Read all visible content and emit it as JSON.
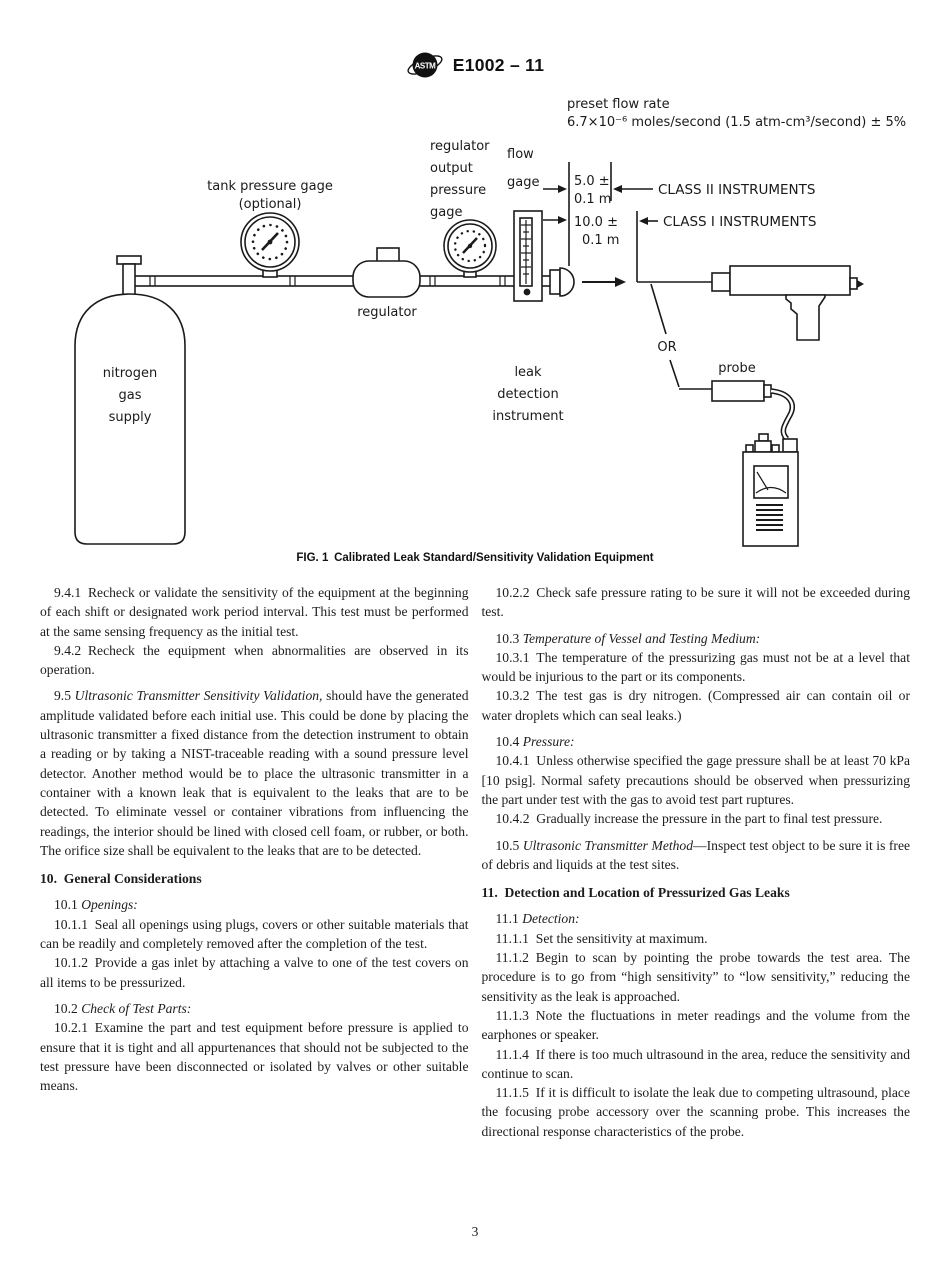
{
  "header": {
    "logo_text": "ASTM",
    "doc_number": "E1002 – 11"
  },
  "figure": {
    "preset": {
      "line1": "preset flow rate",
      "line2": "6.7×10⁻⁶ moles/second (1.5 atm-cm³/second) ± 5%"
    },
    "tank_gage_label": [
      "tank pressure gage",
      "(optional)"
    ],
    "regulator_output_label": [
      "regulator",
      "output",
      "pressure",
      "gage"
    ],
    "flow_gage_label": [
      "flow",
      "gage"
    ],
    "regulator_label": "regulator",
    "cylinder_label": [
      "nitrogen",
      "gas",
      "supply"
    ],
    "leak_instrument_label": [
      "leak",
      "detection",
      "instrument"
    ],
    "dim_class2": {
      "value1": "5.0 ±",
      "value2": "0.1 m",
      "label": "CLASS II INSTRUMENTS"
    },
    "dim_class1": {
      "value1": "10.0 ±",
      "value2": "0.1 m",
      "label": "CLASS I INSTRUMENTS"
    },
    "or_label": "OR",
    "probe_label": "probe",
    "caption": "FIG. 1 Calibrated Leak Standard/Sensitivity Validation Equipment"
  },
  "content": {
    "left": [
      {
        "t": "p",
        "sp": false,
        "seg": [
          [
            "n",
            "9.4.1 Recheck or validate the sensitivity of the equipment at the beginning of each shift or designated work period interval. This test must be performed at the same sensing frequency as the initial test."
          ]
        ]
      },
      {
        "t": "p",
        "sp": false,
        "seg": [
          [
            "n",
            "9.4.2 Recheck the equipment when abnormalities are observed in its operation."
          ]
        ]
      },
      {
        "t": "p",
        "sp": true,
        "seg": [
          [
            "n",
            "9.5 "
          ],
          [
            "i",
            "Ultrasonic Transmitter Sensitivity Validation,"
          ],
          [
            "n",
            " should have the generated amplitude validated before each initial use. This could be done by placing the ultrasonic transmitter a fixed distance from the detection instrument to obtain a reading or by taking a NIST-traceable reading with a sound pressure level detector. Another method would be to place the ultrasonic transmitter in a container with a known leak that is equivalent to the leaks that are to be detected. To eliminate vessel or container vibrations from influencing the readings, the interior should be lined with closed cell foam, or rubber, or both. The orifice size shall be equivalent to the leaks that are to be detected."
          ]
        ]
      },
      {
        "t": "h",
        "sp": true,
        "seg": [
          [
            "n",
            "10. General Considerations"
          ]
        ]
      },
      {
        "t": "p",
        "sp": true,
        "seg": [
          [
            "n",
            "10.1 "
          ],
          [
            "i",
            "Openings:"
          ]
        ]
      },
      {
        "t": "p",
        "sp": false,
        "seg": [
          [
            "n",
            "10.1.1 Seal all openings using plugs, covers or other suitable materials that can be readily and completely removed after the completion of the test."
          ]
        ]
      },
      {
        "t": "p",
        "sp": false,
        "seg": [
          [
            "n",
            "10.1.2 Provide a gas inlet by attaching a valve to one of the test covers on all items to be pressurized."
          ]
        ]
      },
      {
        "t": "p",
        "sp": true,
        "seg": [
          [
            "n",
            "10.2 "
          ],
          [
            "i",
            "Check of Test Parts:"
          ]
        ]
      },
      {
        "t": "p",
        "sp": false,
        "seg": [
          [
            "n",
            "10.2.1 Examine the part and test equipment before pressure is applied to ensure that it is tight and all appurtenances that should not be subjected to the test pressure have been disconnected or isolated by valves or other suitable means."
          ]
        ]
      }
    ],
    "right": [
      {
        "t": "p",
        "sp": false,
        "seg": [
          [
            "n",
            "10.2.2 Check safe pressure rating to be sure it will not be exceeded during test."
          ]
        ]
      },
      {
        "t": "p",
        "sp": true,
        "seg": [
          [
            "n",
            "10.3 "
          ],
          [
            "i",
            "Temperature of Vessel and Testing Medium:"
          ]
        ]
      },
      {
        "t": "p",
        "sp": false,
        "seg": [
          [
            "n",
            "10.3.1 The temperature of the pressurizing gas must not be at a level that would be injurious to the part or its components."
          ]
        ]
      },
      {
        "t": "p",
        "sp": false,
        "seg": [
          [
            "n",
            "10.3.2 The test gas is dry nitrogen. (Compressed air can contain oil or water droplets which can seal leaks.)"
          ]
        ]
      },
      {
        "t": "p",
        "sp": true,
        "seg": [
          [
            "n",
            "10.4 "
          ],
          [
            "i",
            "Pressure:"
          ]
        ]
      },
      {
        "t": "p",
        "sp": false,
        "seg": [
          [
            "n",
            "10.4.1 Unless otherwise specified the gage pressure shall be at least 70 kPa [10 psig]. Normal safety precautions should be observed when pressurizing the part under test with the gas to avoid test part ruptures."
          ]
        ]
      },
      {
        "t": "p",
        "sp": false,
        "seg": [
          [
            "n",
            "10.4.2 Gradually increase the pressure in the part to final test pressure."
          ]
        ]
      },
      {
        "t": "p",
        "sp": true,
        "seg": [
          [
            "n",
            "10.5 "
          ],
          [
            "i",
            "Ultrasonic Transmitter Method"
          ],
          [
            "n",
            "—Inspect test object to be sure it is free of debris and liquids at the test sites."
          ]
        ]
      },
      {
        "t": "h",
        "sp": true,
        "seg": [
          [
            "n",
            "11. Detection and Location of Pressurized Gas Leaks"
          ]
        ]
      },
      {
        "t": "p",
        "sp": true,
        "seg": [
          [
            "n",
            "11.1 "
          ],
          [
            "i",
            "Detection:"
          ]
        ]
      },
      {
        "t": "p",
        "sp": false,
        "seg": [
          [
            "n",
            "11.1.1 Set the sensitivity at maximum."
          ]
        ]
      },
      {
        "t": "p",
        "sp": false,
        "seg": [
          [
            "n",
            "11.1.2 Begin to scan by pointing the probe towards the test area. The procedure is to go from “high sensitivity” to “low sensitivity,” reducing the sensitivity as the leak is approached."
          ]
        ]
      },
      {
        "t": "p",
        "sp": false,
        "seg": [
          [
            "n",
            "11.1.3 Note the fluctuations in meter readings and the volume from the earphones or speaker."
          ]
        ]
      },
      {
        "t": "p",
        "sp": false,
        "seg": [
          [
            "n",
            "11.1.4 If there is too much ultrasound in the area, reduce the sensitivity and continue to scan."
          ]
        ]
      },
      {
        "t": "p",
        "sp": false,
        "seg": [
          [
            "n",
            "11.1.5 If it is difficult to isolate the leak due to competing ultrasound, place the focusing probe accessory over the scanning probe. This increases the directional response characteristics of the probe."
          ]
        ]
      }
    ]
  },
  "page_number": "3"
}
